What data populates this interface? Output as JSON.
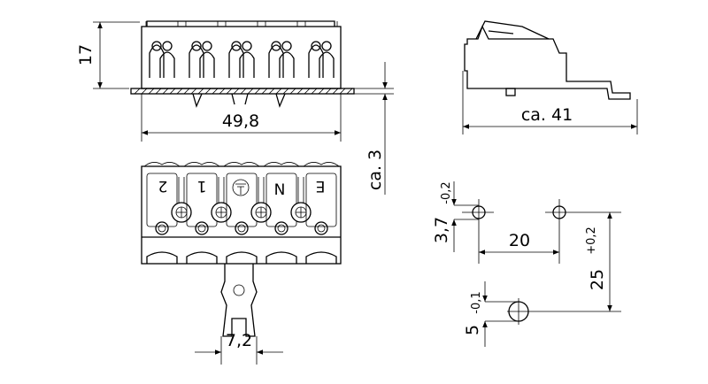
{
  "drawing": {
    "front_view": {
      "height_dim": "17",
      "width_dim": "49,8",
      "plate_dim": "ca. 3"
    },
    "bottom_view": {
      "terminal_labels": [
        "2",
        "1",
        "ground",
        "N",
        "E"
      ],
      "clip_width_dim": "7,2"
    },
    "side_view": {
      "length_dim": "ca. 41"
    },
    "hole_pattern": {
      "hole_small_dim": "3,7",
      "hole_small_tol": "-0,2",
      "spacing_dim": "20",
      "vertical_dim": "25",
      "vertical_tol": "+0,2",
      "hole_large_dim": "5",
      "hole_large_tol": "-0,1"
    }
  }
}
